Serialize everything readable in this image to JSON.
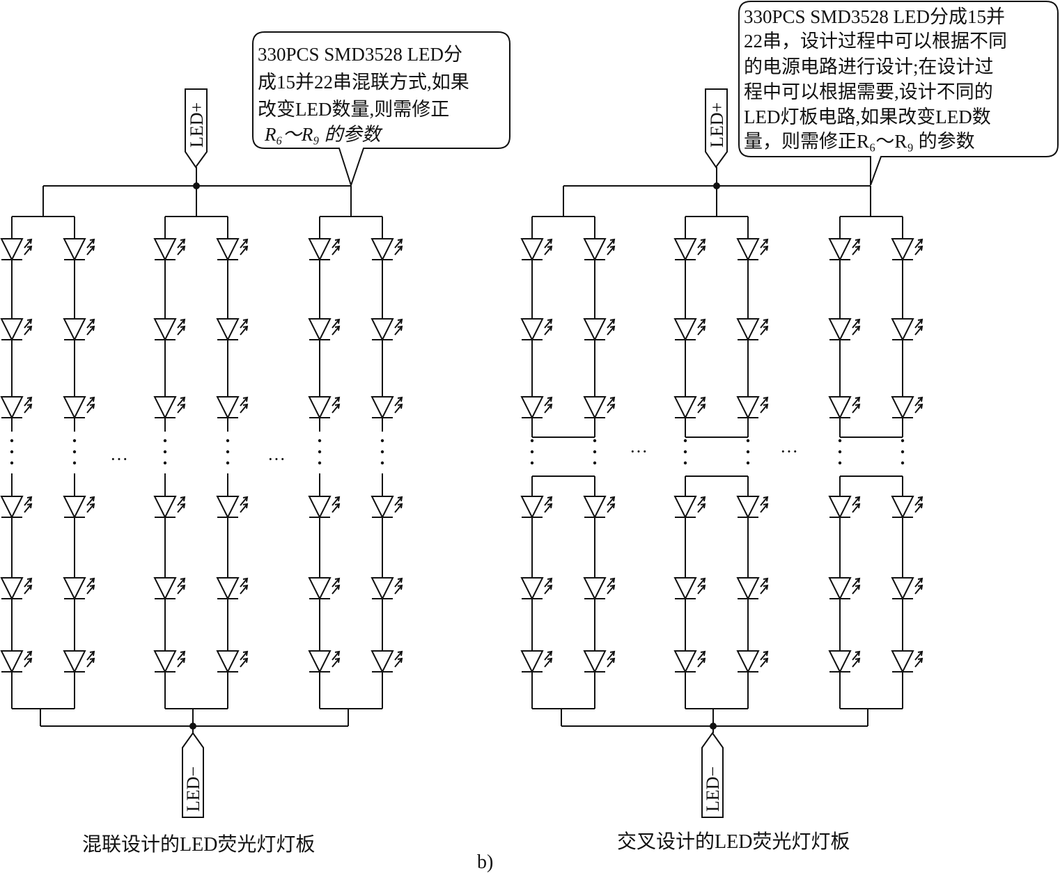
{
  "left_panel": {
    "terminal_top": "LED+",
    "terminal_bottom": "LED−",
    "callout_lines": [
      "330PCS SMD3528 LED分",
      "成15并22串混联方式,如果",
      "改变LED数量,则需修正",
      "R₆～R₉ 的参数"
    ],
    "caption": "混联设计的LED荧光灯灯板",
    "ellipsis": "···"
  },
  "right_panel": {
    "terminal_top": "LED+",
    "terminal_bottom": "LED−",
    "callout_lines": [
      "330PCS SMD3528 LED分成15并",
      "22串，设计过程中可以根据不同",
      "的电源电路进行设计;在设计过",
      "程中可以根据需要,设计不同的",
      "LED灯板电路,如果改变LED数",
      "量，则需修正R₆～R₉ 的参数"
    ],
    "caption": "交叉设计的LED荧光灯灯板",
    "ellipsis": "···"
  },
  "figure_label": "b)"
}
